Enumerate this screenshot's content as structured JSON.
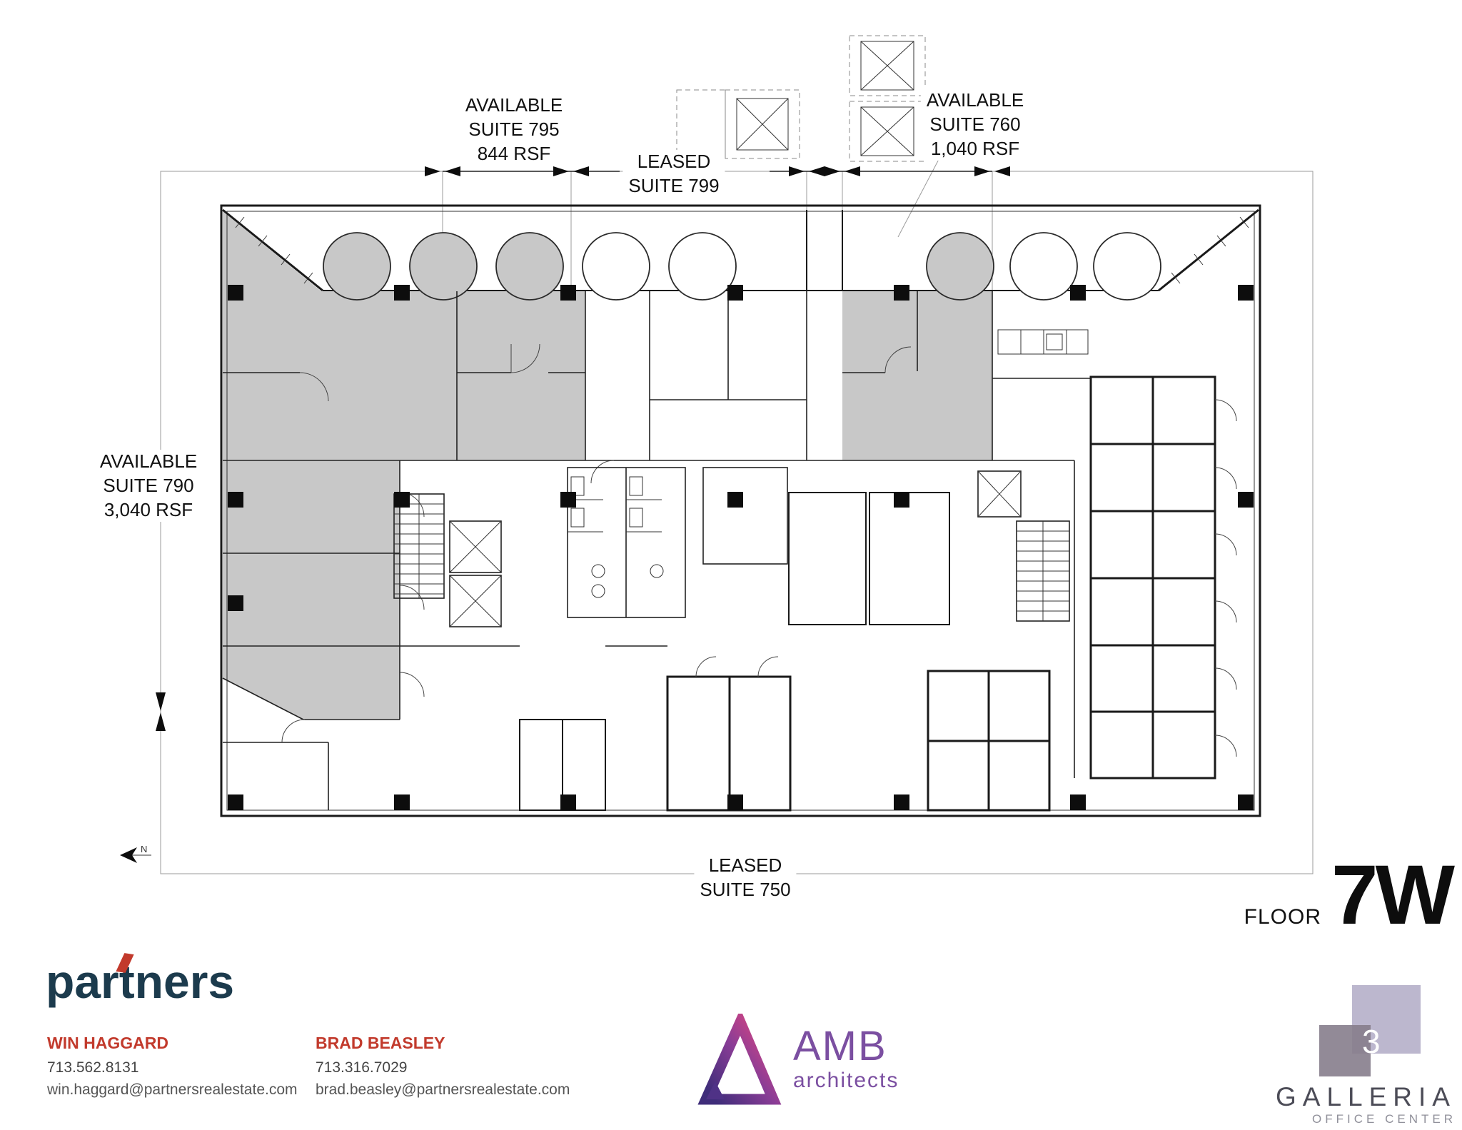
{
  "plan": {
    "suite_795": {
      "status": "AVAILABLE",
      "name": "SUITE 795",
      "area": "844 RSF"
    },
    "suite_799": {
      "status": "LEASED",
      "name": "SUITE 799"
    },
    "suite_760": {
      "status": "AVAILABLE",
      "name": "SUITE 760",
      "area": "1,040 RSF"
    },
    "suite_790": {
      "status": "AVAILABLE",
      "name": "SUITE 790",
      "area": "3,040 RSF"
    },
    "suite_750": {
      "status": "LEASED",
      "name": "SUITE 750"
    },
    "floor_label": "FLOOR",
    "floor_number": "7W",
    "north_label": "N"
  },
  "footer": {
    "partners_wordmark": "partners",
    "contacts": [
      {
        "name": "WIN HAGGARD",
        "phone": "713.562.8131",
        "email": "win.haggard@partnersrealestate.com"
      },
      {
        "name": "BRAD BEASLEY",
        "phone": "713.316.7029",
        "email": "brad.beasley@partnersrealestate.com"
      }
    ],
    "amb": {
      "name": "AMB",
      "tagline": "architects"
    },
    "galleria": {
      "number": "3",
      "name": "GALLERIA",
      "tagline": "OFFICE CENTER"
    }
  },
  "colors": {
    "plan_line": "#1a1a1a",
    "shaded_suite": "#c8c8c8",
    "contact_red": "#c23a2c",
    "partners_navy": "#1c3b4d",
    "amb_purple": "#7b4fa1",
    "amb_magenta": "#e8467c",
    "galleria_lavender": "#b0aac6",
    "galleria_gray": "#867d8c"
  }
}
